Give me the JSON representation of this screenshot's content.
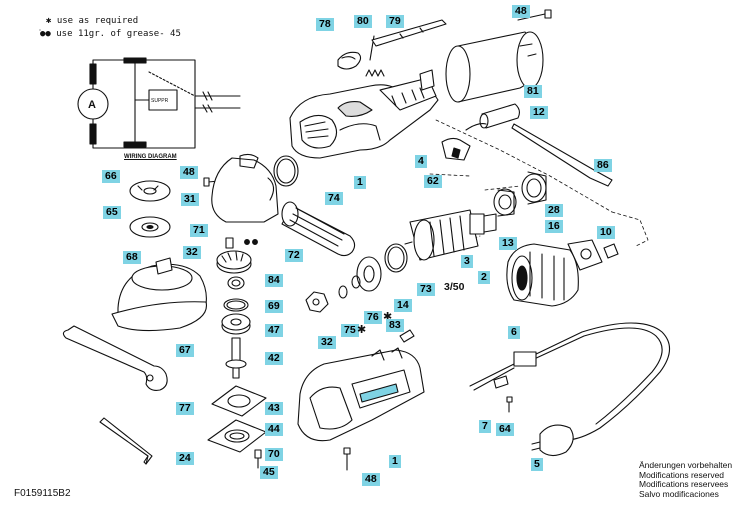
{
  "legend": {
    "star_symbol": "✱",
    "star_text": "use as required",
    "dots_symbol": "●●",
    "dots_text": "use 11gr. of grease- 45"
  },
  "wiring": {
    "motor_letter": "A",
    "box_label": "SUPPR",
    "title": "WIRING DIAGRAM"
  },
  "part_labels": [
    "78",
    "80",
    "79",
    "48",
    "81",
    "12",
    "1",
    "86",
    "4",
    "62",
    "28",
    "13",
    "74",
    "48",
    "31",
    "66",
    "65",
    "71",
    "32",
    "72",
    "3",
    "73",
    "14",
    "3/50",
    "2",
    "16",
    "10",
    "68",
    "84",
    "69",
    "47",
    "67",
    "76",
    "75",
    "83",
    "32",
    "42",
    "77",
    "43",
    "44",
    "70",
    "45",
    "24",
    "1",
    "48",
    "6",
    "7",
    "64",
    "5"
  ],
  "star_marks": [
    "✱",
    "✱"
  ],
  "grease_marks": [
    "●●"
  ],
  "notes": [
    "Änderungen vorbehalten",
    "Modifications reserved",
    "Modifications reservees",
    "Salvo modificaciones"
  ],
  "document_code": "F0159115B2",
  "colors": {
    "label_bg": "#7fd3e4",
    "ink": "#111111"
  }
}
